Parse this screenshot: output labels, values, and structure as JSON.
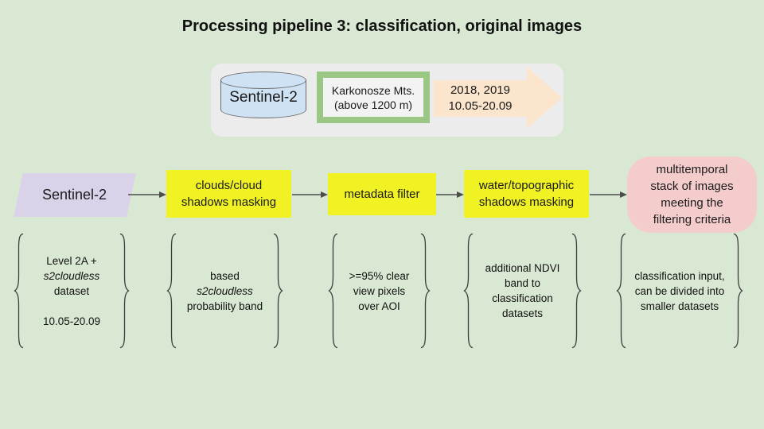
{
  "title": "Processing pipeline 3: classification, original images",
  "colors": {
    "background": "#d9e8d2",
    "panel_gray": "#ececec",
    "cylinder_blue": "#cfe2f3",
    "aoi_green_border": "#9ac884",
    "period_orange": "#fce5cd",
    "input_lavender": "#d9d2e9",
    "step_yellow": "#f1f223",
    "output_pink": "#f4cccc",
    "connector_gray": "#4d4d4d"
  },
  "source_bar": {
    "database_label": "Sentinel-2",
    "aoi_line1": "Karkonosze Mts.",
    "aoi_line2": "(above 1200 m)",
    "period_line1": "2018, 2019",
    "period_line2": "10.05-20.09"
  },
  "pipeline": {
    "input_label": "Sentinel-2",
    "step1_line1": "clouds/cloud",
    "step1_line2": "shadows masking",
    "step2_line1": "metadata filter",
    "step3_line1": "water/topographic",
    "step3_line2": "shadows masking",
    "output_line1": "multitemporal",
    "output_line2": "stack of images",
    "output_line3": "meeting the",
    "output_line4": "filtering criteria"
  },
  "criteria": [
    {
      "lines": [
        "Level 2A +",
        "s2cloudless",
        "dataset"
      ],
      "extra": "10.05-20.09"
    },
    {
      "lines": [
        "based",
        "s2cloudless",
        "probability band"
      ]
    },
    {
      "lines": [
        ">=95% clear",
        "view pixels",
        "over AOI"
      ]
    },
    {
      "lines": [
        "additional NDVI",
        "band to",
        "classification",
        "datasets"
      ]
    },
    {
      "lines": [
        "classification input,",
        "can be divided into",
        "smaller datasets"
      ]
    }
  ]
}
